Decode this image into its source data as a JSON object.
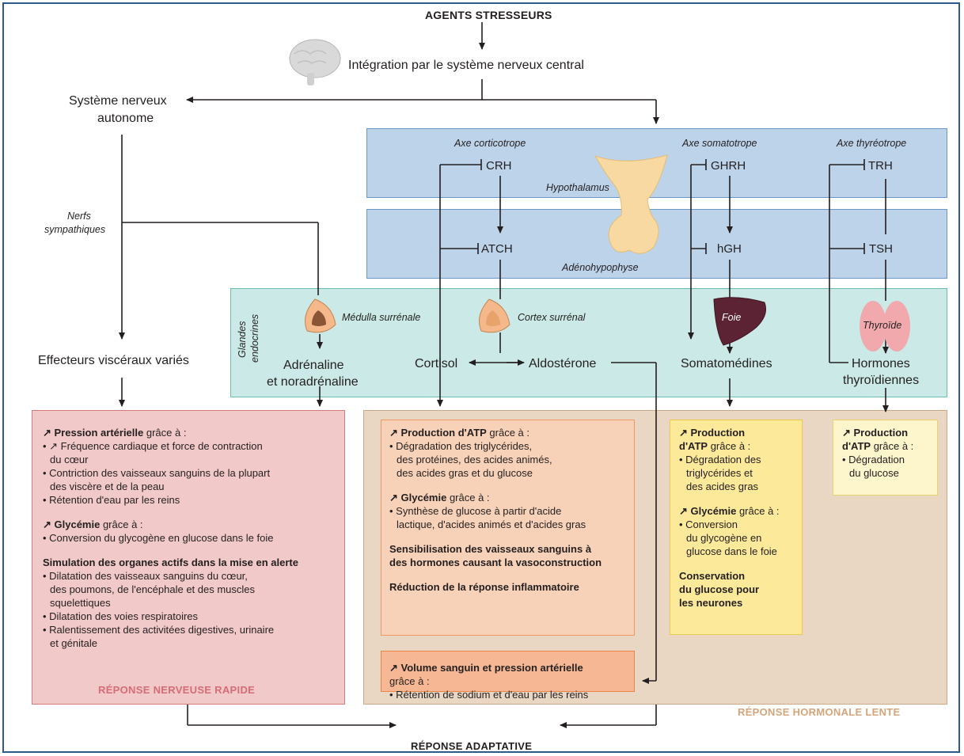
{
  "title": "AGENTS STRESSEURS",
  "integration": "Intégration par le système nerveux central",
  "sna": [
    "Système nerveux",
    "autonome"
  ],
  "nerfs": [
    "Nerfs",
    "sympathiques"
  ],
  "effecteurs": "Effecteurs viscéraux variés",
  "axes": {
    "corticotrope": "Axe corticotrope",
    "somatotrope": "Axe somatotrope",
    "thyreotrope": "Axe thyréotrope"
  },
  "hormones": {
    "crh": "CRH",
    "ghrh": "GHRH",
    "trh": "TRH",
    "atch": "ATCH",
    "hgh": "hGH",
    "tsh": "TSH"
  },
  "organs": {
    "hypothalamus": "Hypothalamus",
    "adenohypophyse": "Adénohypophyse",
    "glandes": [
      "Glandes",
      "endocrines"
    ],
    "medulla": "Médulla surrénale",
    "cortex": "Cortex surrénal",
    "foie": "Foie",
    "thyroide": "Thyroïde"
  },
  "products": {
    "adrenaline": [
      "Adrénaline",
      "et noradrénaline"
    ],
    "cortisol": "Cortisol",
    "aldosterone": "Aldostérone",
    "somatomedines": "Somatomédines",
    "hormones_thyro": [
      "Hormones",
      "thyroïdiennes"
    ]
  },
  "box_nerveuse": {
    "pression_title": "Pression artérielle",
    "pression_suffix": " grâce à :",
    "pression_items": [
      "• ↗ Fréquence cardiaque et force de contraction",
      "du cœur",
      "• Contriction des vaisseaux sanguins de la plupart",
      "des viscère et de la peau",
      "• Rétention d'eau par les reins"
    ],
    "glycemie_title": "Glycémie",
    "glycemie_suffix": " grâce à :",
    "glycemie_items": [
      "• Conversion du glycogène en glucose dans le foie"
    ],
    "simulation_title": "Simulation des organes actifs dans la mise en alerte",
    "simulation_items": [
      "• Dilatation des vaisseaux sanguins du cœur,",
      "des poumons, de l'encéphale et des muscles",
      "squelettiques",
      "• Dilatation des voies respiratoires",
      "• Ralentissement des activitées digestives, urinaire",
      "et génitale"
    ],
    "footer": "RÉPONSE NERVEUSE RAPIDE"
  },
  "box_cortisol": {
    "atp_title": "Production d'ATP",
    "atp_suffix": " grâce à :",
    "atp_items": [
      "• Dégradation des triglycérides,",
      "des protéines, des acides animés,",
      "des acides gras et du glucose"
    ],
    "glycemie_title": "Glycémie",
    "glycemie_suffix": " grâce à :",
    "glycemie_items": [
      "• Synthèse de glucose à partir d'acide",
      "lactique, d'acides animés et d'acides gras"
    ],
    "sensib": [
      "Sensibilisation des vaisseaux sanguins à",
      "des hormones causant la vasoconstruction"
    ],
    "reduction": "Réduction de la réponse inflammatoire"
  },
  "box_aldo": {
    "title": "Volume sanguin et pression artérielle",
    "suffix": "grâce à :",
    "items": [
      "• Rétention de sodium et d'eau par les reins"
    ]
  },
  "box_soma": {
    "atp_title": [
      "Production",
      "d'ATP"
    ],
    "atp_suffix": " grâce à :",
    "atp_items": [
      "• Dégradation des",
      "triglycérides et",
      "des acides gras"
    ],
    "glycemie_title": "Glycémie",
    "glycemie_suffix": " grâce à :",
    "glycemie_items": [
      "• Conversion",
      "du glycogène en",
      "glucose dans le foie"
    ],
    "conservation": [
      "Conservation",
      "du glucose pour",
      "les neurones"
    ]
  },
  "box_thyro": {
    "atp_title": [
      "Production",
      "d'ATP"
    ],
    "atp_suffix": " grâce à :",
    "atp_items": [
      "• Dégradation",
      "du glucose"
    ]
  },
  "hormonal_footer": "RÉPONSE HORMONALE LENTE",
  "final": "RÉPONSE ADAPTATIVE",
  "colors": {
    "blue_band": "#bcd3ea",
    "teal_band": "#cbe9e6",
    "red_box": "#f2c9c9",
    "tan_panel": "#e9d7c4",
    "salmon_box": "#f8d2b8",
    "orange_box": "#f6b894",
    "yellow_box": "#fde99a",
    "pale_yellow": "#fdf5cc"
  }
}
